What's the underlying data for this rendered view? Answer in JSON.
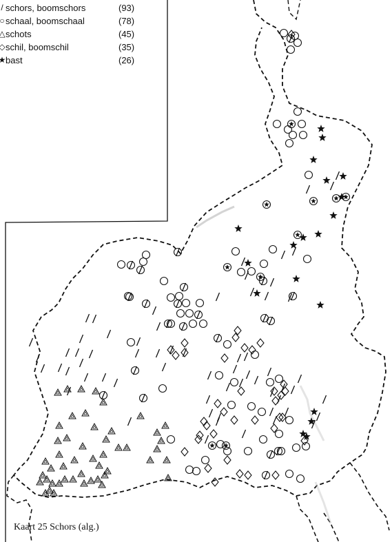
{
  "legend": [
    {
      "label": "schors, boomschors",
      "count": "(93)",
      "icon": "slash-icon"
    },
    {
      "label": "schaal, boomschaal",
      "count": "(78)",
      "icon": "circle-icon"
    },
    {
      "label": "schots",
      "count": "(45)",
      "icon": "triangle-icon"
    },
    {
      "label": "schil, boomschil",
      "count": "(35)",
      "icon": "diamond-icon"
    },
    {
      "label": "bast",
      "count": "(26)",
      "icon": "star-icon"
    }
  ],
  "caption": "Kaart 25  Schors (alg.)"
}
